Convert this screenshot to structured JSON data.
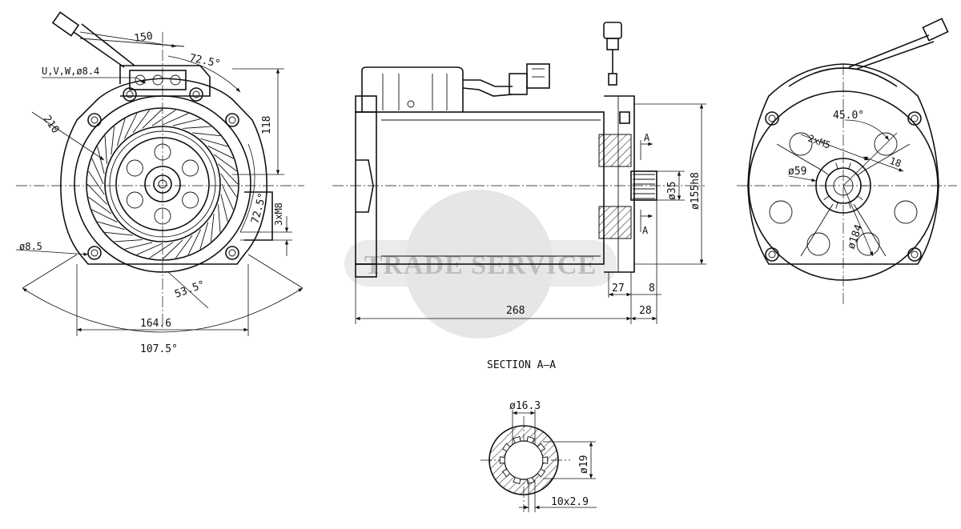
{
  "watermark": {
    "text": "TRADE SERVICE",
    "color": "#d9d9d9"
  },
  "front_view": {
    "labels": {
      "lead_length": "150",
      "top_angle": "72.5°",
      "terminals": "U,V,W,ø8.4",
      "bolt_circle": "210",
      "height": "118",
      "side_angle": "72.5°",
      "mount_holes": "3xM8",
      "hole_dia": "ø8.5",
      "bottom_angle": "53.5°",
      "width": "164.6",
      "arc_angle": "107.5°"
    }
  },
  "side_view": {
    "labels": {
      "section_marker_top": "A",
      "section_marker_bottom": "A",
      "shaft_dia": "ø35",
      "pilot_dia": "ø155h8",
      "length": "268",
      "shoulder": "27",
      "flange": "8",
      "shaft_length": "28"
    }
  },
  "rear_view": {
    "labels": {
      "angle": "45.0°",
      "threads": "2xM5",
      "thread_depth": "18",
      "hub_dia": "ø59",
      "bolt_circle": "ø184"
    }
  },
  "section": {
    "title": "SECTION A–A",
    "labels": {
      "root_dia": "ø16.3",
      "outer_dia": "ø19",
      "spline": "10x2.9"
    }
  }
}
